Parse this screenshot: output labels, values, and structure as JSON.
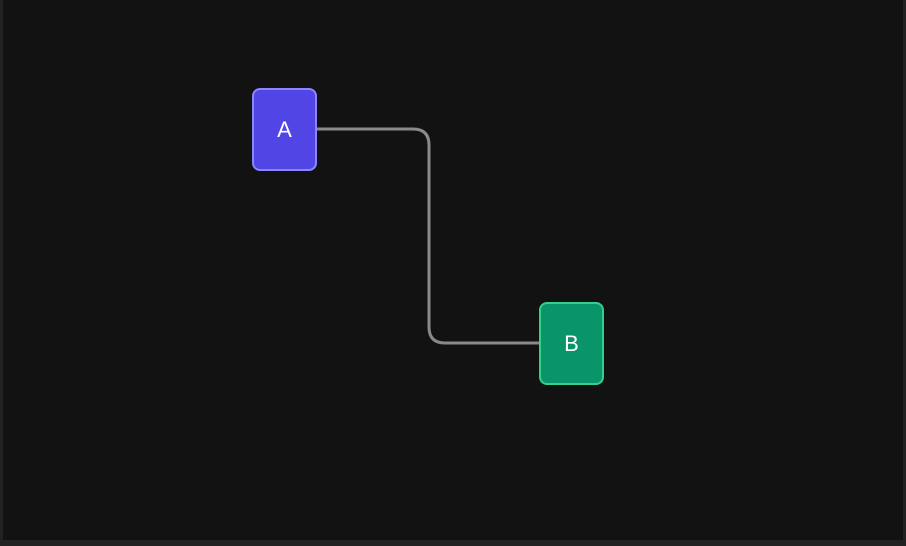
{
  "nodes": {
    "a": {
      "label": "A",
      "fill": "#5146e5",
      "border": "#8b86ff",
      "text_color": "#ffffff"
    },
    "b": {
      "label": "B",
      "fill": "#0a946a",
      "border": "#33d08e",
      "text_color": "#ffffff"
    }
  },
  "edges": [
    {
      "from": "A",
      "to": "B",
      "color": "#8a8a8a"
    }
  ],
  "canvas": {
    "background": "#121212"
  }
}
